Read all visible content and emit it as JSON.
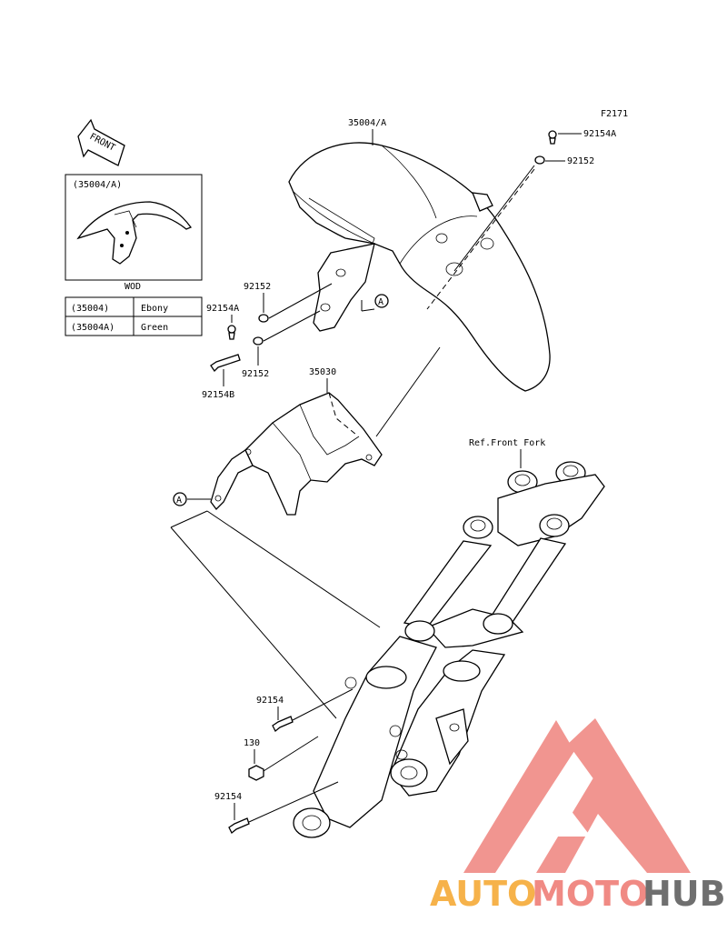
{
  "figure_code": "F2171",
  "direction_label": "FRONT",
  "inset": {
    "title": "(35004/A)",
    "caption": "WOD"
  },
  "color_table": [
    {
      "code": "(35004)",
      "color": "Ebony"
    },
    {
      "code": "(35004A)",
      "color": "Green"
    }
  ],
  "parts": {
    "fender": "35004/A",
    "bracket": "35030",
    "bolt_a": "92154A",
    "bolt_a_top": "92154A",
    "bolt_b": "92154B",
    "washer_1": "92152",
    "washer_2": "92152",
    "washer_top": "92152",
    "bolt_lower_1": "92154",
    "bolt_lower_2": "92154",
    "nut": "130",
    "front_fork_ref": "Ref.Front Fork"
  },
  "callout": "A",
  "watermark": {
    "word_part1": "AUTO",
    "word_part2": "MOTO",
    "word_part3": "HUB",
    "color_orange": "#f6b24a",
    "color_red": "#f08a84",
    "color_gray": "#6f6f6f"
  }
}
